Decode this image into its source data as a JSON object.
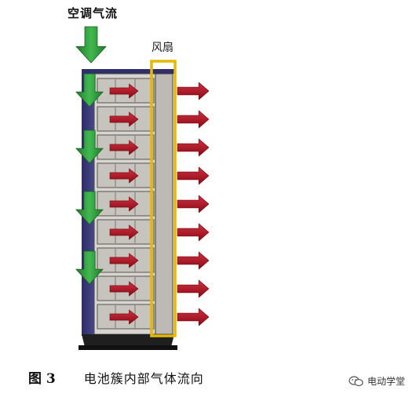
{
  "labels": {
    "aircon_flow": "空调气流",
    "fan": "风扇"
  },
  "caption": {
    "figure": "图 3",
    "text": "电池簇内部气体流向"
  },
  "watermark": {
    "icon": "wechat-icon",
    "text": "电动学堂"
  },
  "colors": {
    "cabinet_frame": "#3a3a7a",
    "module_fill": "#c7c3bd",
    "inflow_arrow": "#2e9a3a",
    "internal_arrow": "#b01020",
    "outflow_arrow": "#a80e1c",
    "fan_highlight": "#e6b800"
  },
  "diagram": {
    "module_count": 9,
    "inflow_arrow_count": 5,
    "outflow_arrow_count": 9
  }
}
